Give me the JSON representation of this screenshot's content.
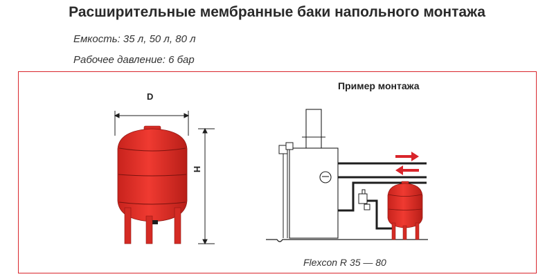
{
  "title": "Расширительные мембранные баки напольного монтажа",
  "specs": {
    "capacity": "Емкость: 35 л, 50 л, 80 л",
    "pressure": "Рабочее давление: 6 бар"
  },
  "diagram": {
    "example_title": "Пример монтажа",
    "dimension_d": "D",
    "dimension_h": "H",
    "model": "Flexcon R 35 — 80"
  },
  "colors": {
    "tank_red": "#e8332c",
    "tank_dark": "#b31f1a",
    "frame_red": "#d9252b",
    "line": "#1e1e1e"
  }
}
